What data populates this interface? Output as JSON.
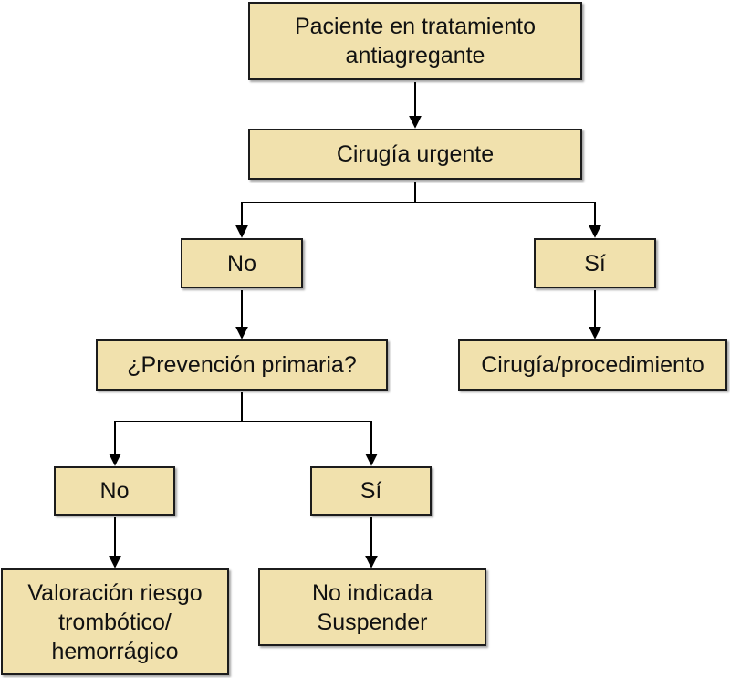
{
  "flowchart": {
    "background_color": "#FFFFFF",
    "node_fill_color": "#F1E1AD",
    "node_border_color": "#1C1C1C",
    "connector_color": "#000000",
    "text_color": "#111111",
    "nodes": {
      "start": {
        "label": "Paciente en tratamiento\nantiagregante"
      },
      "urgent_surgery": {
        "label": "Cirugía urgente"
      },
      "urgent_no": {
        "label": "No"
      },
      "urgent_yes": {
        "label": "Sí"
      },
      "primary_prevention": {
        "label": "¿Prevención primaria?"
      },
      "surgery_procedure": {
        "label": "Cirugía/procedimiento"
      },
      "prevention_no": {
        "label": "No"
      },
      "prevention_yes": {
        "label": "Sí"
      },
      "risk_assessment": {
        "label": "Valoración riesgo\ntrombótico/\nhemorrágico"
      },
      "suspend_not_indicated": {
        "label": "No indicada\nSuspender"
      }
    },
    "edges": [
      {
        "from": "start",
        "to": "urgent_surgery"
      },
      {
        "from": "urgent_surgery",
        "to": "urgent_no"
      },
      {
        "from": "urgent_surgery",
        "to": "urgent_yes"
      },
      {
        "from": "urgent_no",
        "to": "primary_prevention"
      },
      {
        "from": "urgent_yes",
        "to": "surgery_procedure"
      },
      {
        "from": "primary_prevention",
        "to": "prevention_no"
      },
      {
        "from": "primary_prevention",
        "to": "prevention_yes"
      },
      {
        "from": "prevention_no",
        "to": "risk_assessment"
      },
      {
        "from": "prevention_yes",
        "to": "suspend_not_indicated"
      }
    ]
  }
}
